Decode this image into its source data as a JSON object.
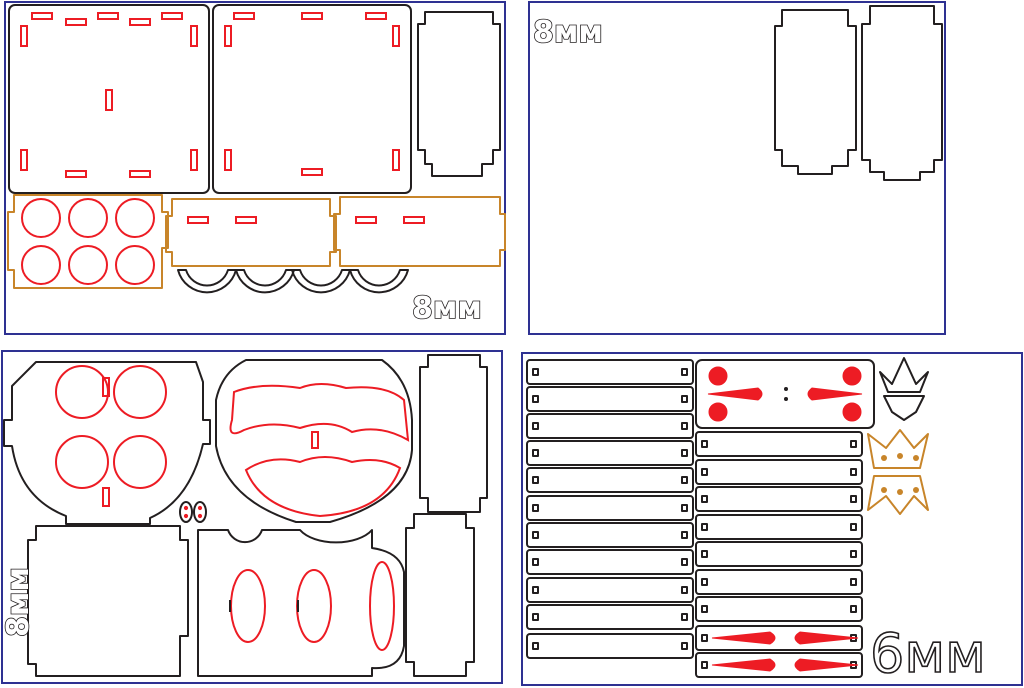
{
  "sheets": [
    {
      "thickness": "8мм"
    },
    {
      "thickness": "8мм"
    },
    {
      "thickness": "8мм"
    },
    {
      "thickness": "6мм"
    }
  ],
  "colors": {
    "sheet_border": "#2e3192",
    "cut_line": "#231f20",
    "engrave_line": "#ed1c24",
    "ornament_line": "#c8852a"
  }
}
